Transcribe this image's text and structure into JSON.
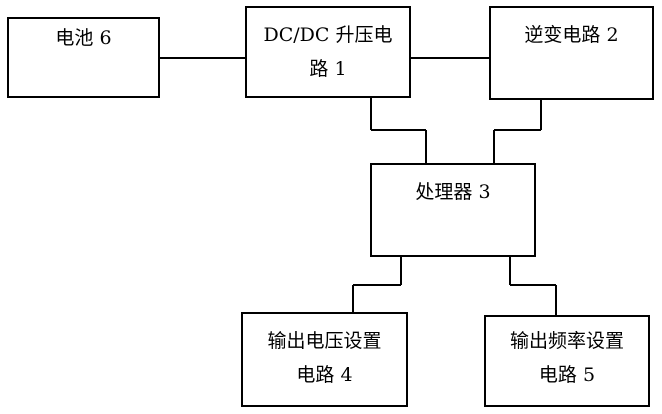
{
  "blocks": {
    "battery": {
      "lines": [
        "电池 6"
      ]
    },
    "boost": {
      "lines": [
        "DC/DC 升压电",
        "路 1"
      ]
    },
    "inverter": {
      "lines": [
        "逆变电路 2"
      ]
    },
    "processor": {
      "lines": [
        "处理器 3"
      ]
    },
    "voltage_setting": {
      "lines": [
        "输出电压设置",
        "电路 4"
      ]
    },
    "frequency_setting": {
      "lines": [
        "输出频率设置",
        "电路 5"
      ]
    }
  }
}
